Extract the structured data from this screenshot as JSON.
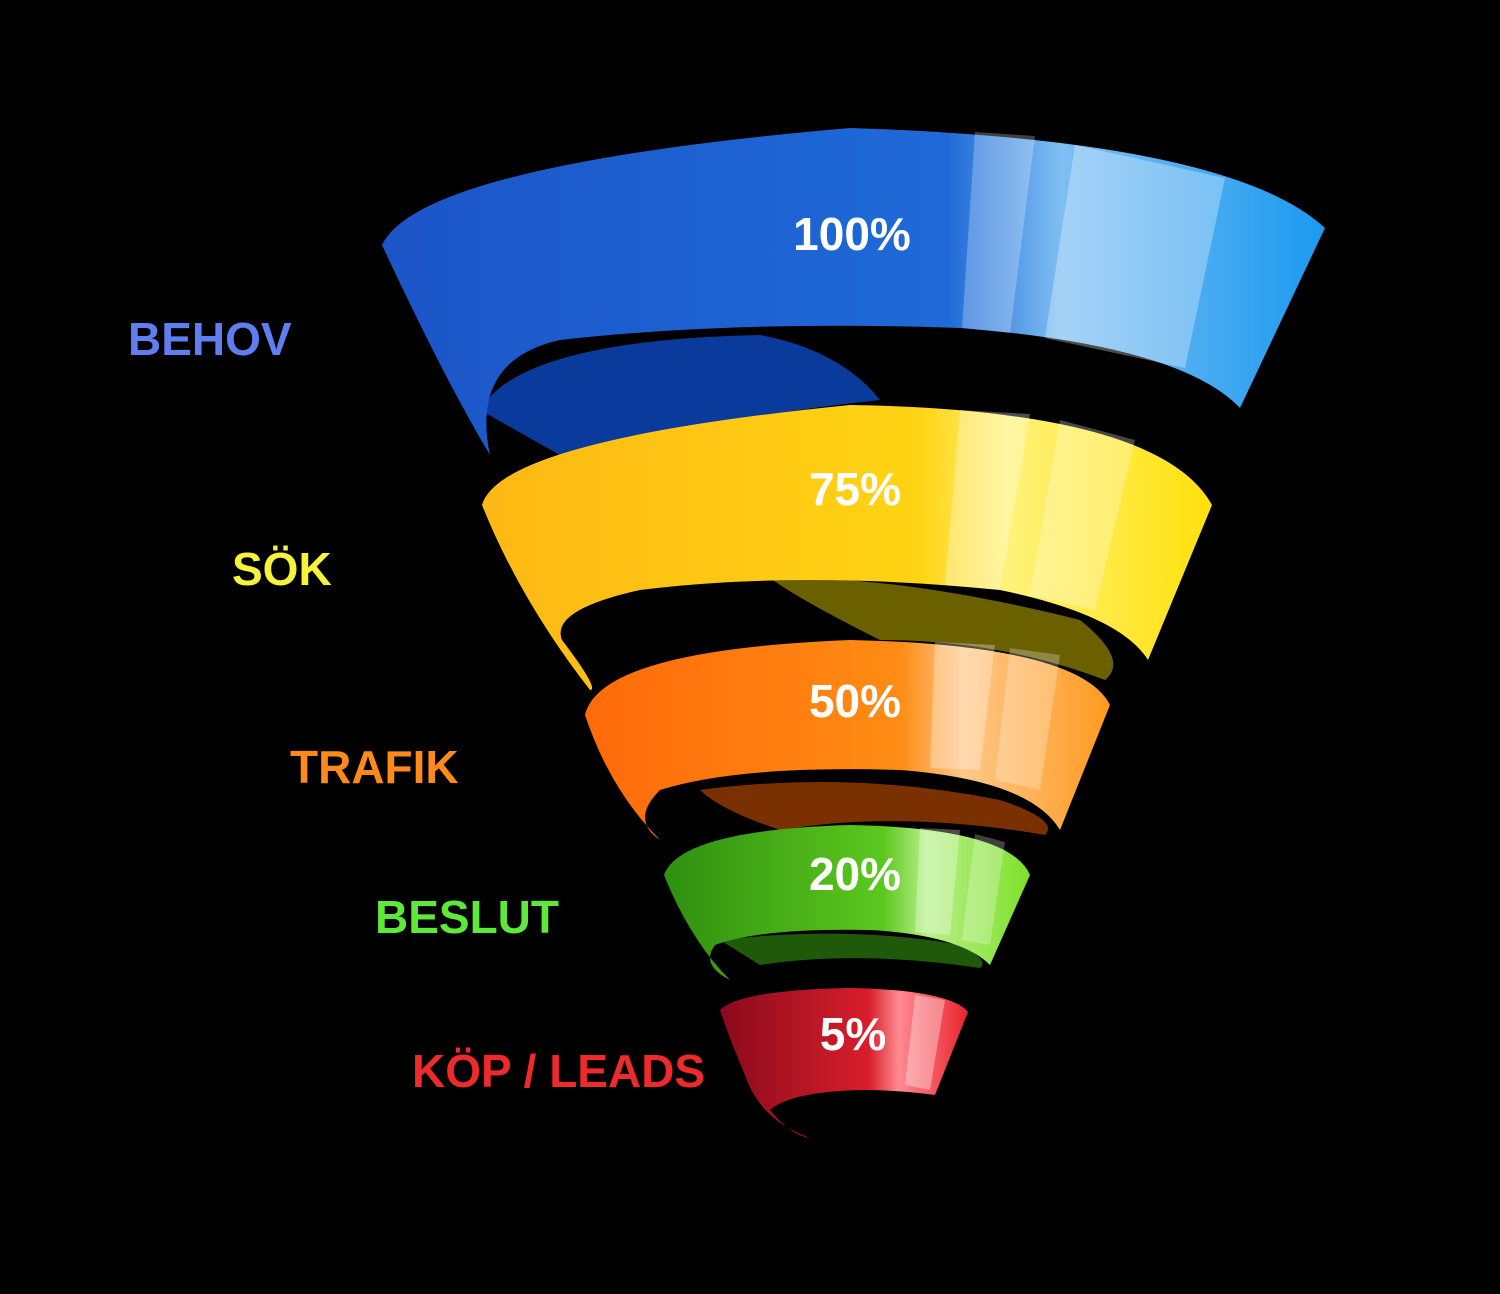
{
  "stages": [
    {
      "name": "BEHOV",
      "value": "100%",
      "color": "#5f7ff0",
      "base": "#1e5fd6",
      "dark": "#0a3a9c",
      "light": "#7fc4f5"
    },
    {
      "name": "SÖK",
      "value": "75%",
      "color": "#f7f23a",
      "base": "#ffcf14",
      "dark": "#c88a00",
      "light": "#fff27a"
    },
    {
      "name": "TRAFIK",
      "value": "50%",
      "color": "#ff8a1a",
      "base": "#ff8a10",
      "dark": "#c84a00",
      "light": "#ffc07a"
    },
    {
      "name": "BESLUT",
      "value": "20%",
      "color": "#5ee83a",
      "base": "#4fc01e",
      "dark": "#1f6f0a",
      "light": "#a8f06a"
    },
    {
      "name": "KÖP / LEADS",
      "value": "5%",
      "color": "#ee2a2a",
      "base": "#d81e2a",
      "dark": "#7a0a14",
      "light": "#ff7a80"
    }
  ],
  "background": "#000000"
}
